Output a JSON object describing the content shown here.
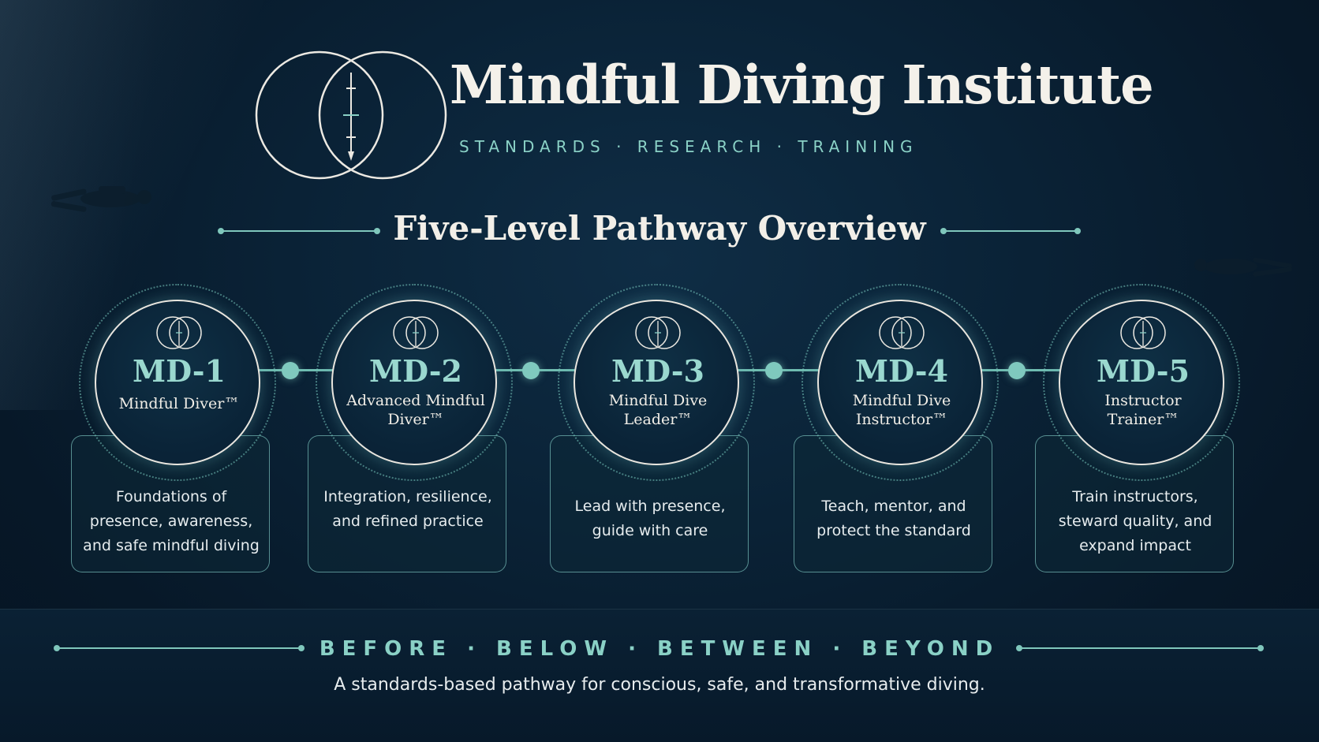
{
  "header": {
    "title": "Mindful Diving Institute",
    "tagline": "STANDARDS · RESEARCH · TRAINING",
    "logo_icon": "interlocking-circles-logo"
  },
  "overview": {
    "title": "Five-Level Pathway Overview"
  },
  "levels": [
    {
      "code": "MD-1",
      "name": "Mindful Diver™",
      "description": "Foundations of presence, awareness, and safe mindful diving"
    },
    {
      "code": "MD-2",
      "name": "Advanced Mindful Diver™",
      "description": "Integration, resilience, and refined practice"
    },
    {
      "code": "MD-3",
      "name": "Mindful Dive Leader™",
      "description": "Lead with presence, guide with care"
    },
    {
      "code": "MD-4",
      "name": "Mindful Dive Instructor™",
      "description": "Teach, mentor, and protect the standard"
    },
    {
      "code": "MD-5",
      "name": "Instructor Trainer™",
      "description": "Train instructors, steward quality, and expand impact"
    }
  ],
  "footer": {
    "motto": "BEFORE · BELOW · BETWEEN · BEYOND",
    "statement": "A standards-based pathway for conscious, safe, and transformative diving."
  },
  "colors": {
    "accent": "#8ad1c6",
    "background": "#0a2236",
    "text": "#f2efe8"
  }
}
